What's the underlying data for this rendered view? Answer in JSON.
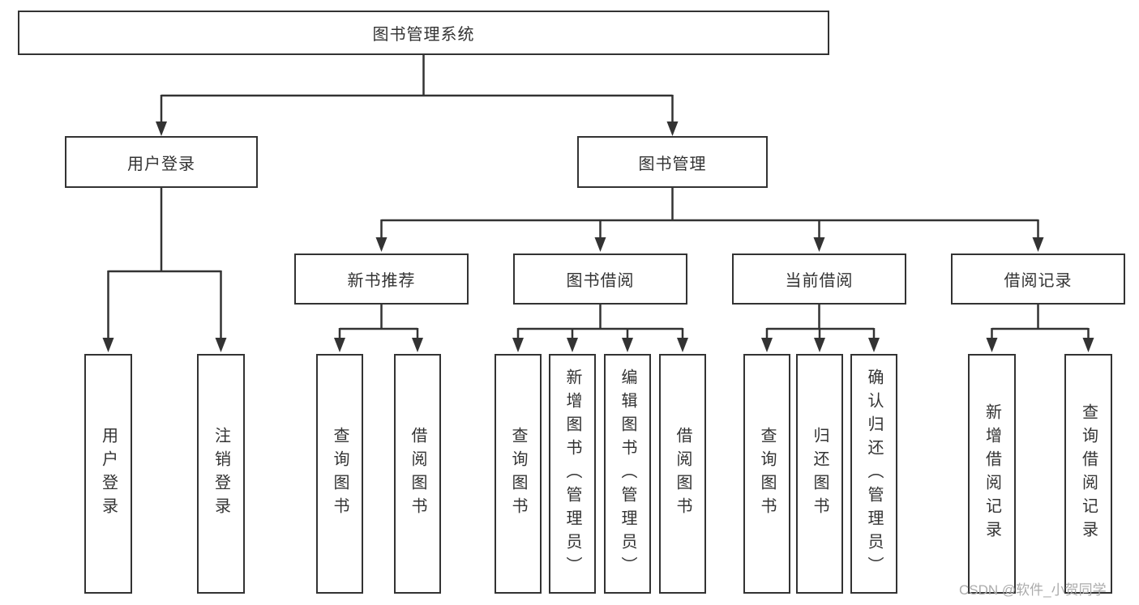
{
  "diagram": {
    "type": "hierarchy-tree",
    "colors": {
      "line": "#333333",
      "text": "#333333",
      "box_background": "#ffffff",
      "watermark": "#ababab"
    }
  },
  "tree": {
    "root": {
      "label": "图书管理系统"
    },
    "branches": [
      {
        "label": "用户登录",
        "children": [
          {
            "label": "用户登录"
          },
          {
            "label": "注销登录"
          }
        ]
      },
      {
        "label": "图书管理",
        "children": [
          {
            "label": "新书推荐",
            "children": [
              {
                "label": "查询图书"
              },
              {
                "label": "借阅图书"
              }
            ]
          },
          {
            "label": "图书借阅",
            "children": [
              {
                "label": "查询图书"
              },
              {
                "label": "新增图书（管理员）"
              },
              {
                "label": "编辑图书（管理员）"
              },
              {
                "label": "借阅图书"
              }
            ]
          },
          {
            "label": "当前借阅",
            "children": [
              {
                "label": "查询图书"
              },
              {
                "label": "归还图书"
              },
              {
                "label": "确认归还（管理员）"
              }
            ]
          },
          {
            "label": "借阅记录",
            "children": [
              {
                "label": "新增借阅记录"
              },
              {
                "label": "查询借阅记录"
              }
            ]
          }
        ]
      }
    ]
  },
  "watermark": {
    "text": "CSDN @软件_小贺同学"
  }
}
